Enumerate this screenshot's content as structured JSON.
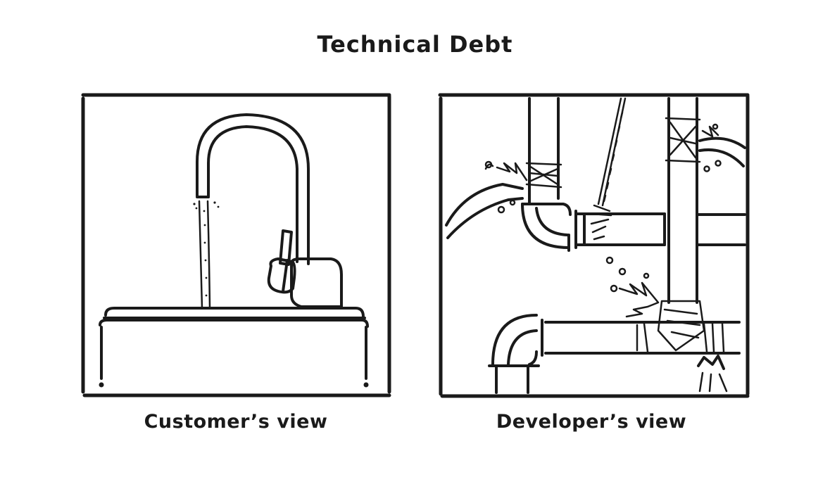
{
  "title": "Technical Debt",
  "panels": [
    {
      "caption": "Customer’s view"
    },
    {
      "caption": "Developer’s view"
    }
  ]
}
